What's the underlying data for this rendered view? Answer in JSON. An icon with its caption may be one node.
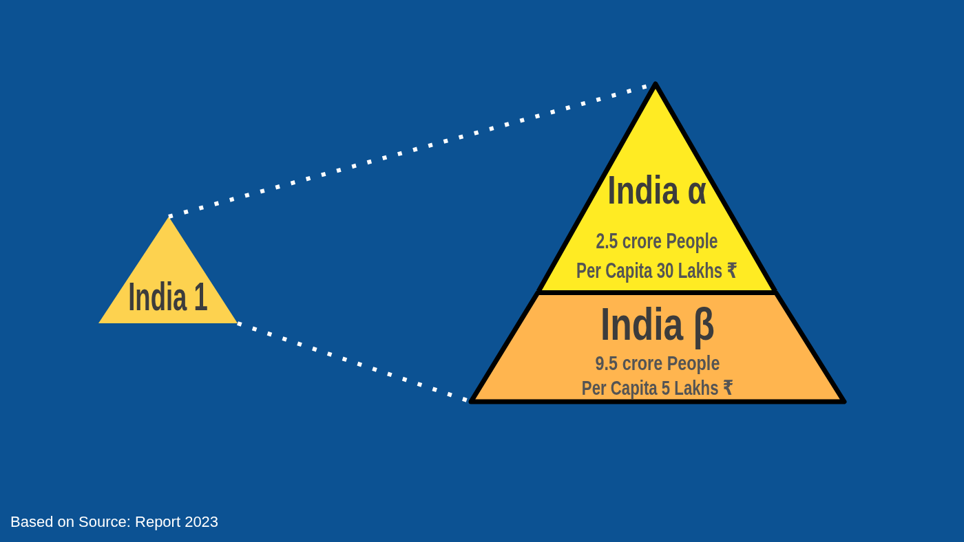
{
  "diagram": {
    "caption": "Based on Source: Report 2023",
    "nodes": [
      {
        "text": [
          "India 1"
        ]
      },
      {
        "text": [
          "India α",
          "2.5 crore People",
          "Per Capita 30 Lakhs ₹"
        ]
      },
      {
        "text": [
          "India β",
          "9.5 crore People",
          "Per Capita 5 Lakhs ₹"
        ]
      }
    ],
    "edges": [
      {
        "from": 0,
        "to": 1,
        "arrow": "none",
        "style": "dashed"
      },
      {
        "from": 0,
        "to": 2,
        "arrow": "none",
        "style": "dashed"
      }
    ]
  }
}
